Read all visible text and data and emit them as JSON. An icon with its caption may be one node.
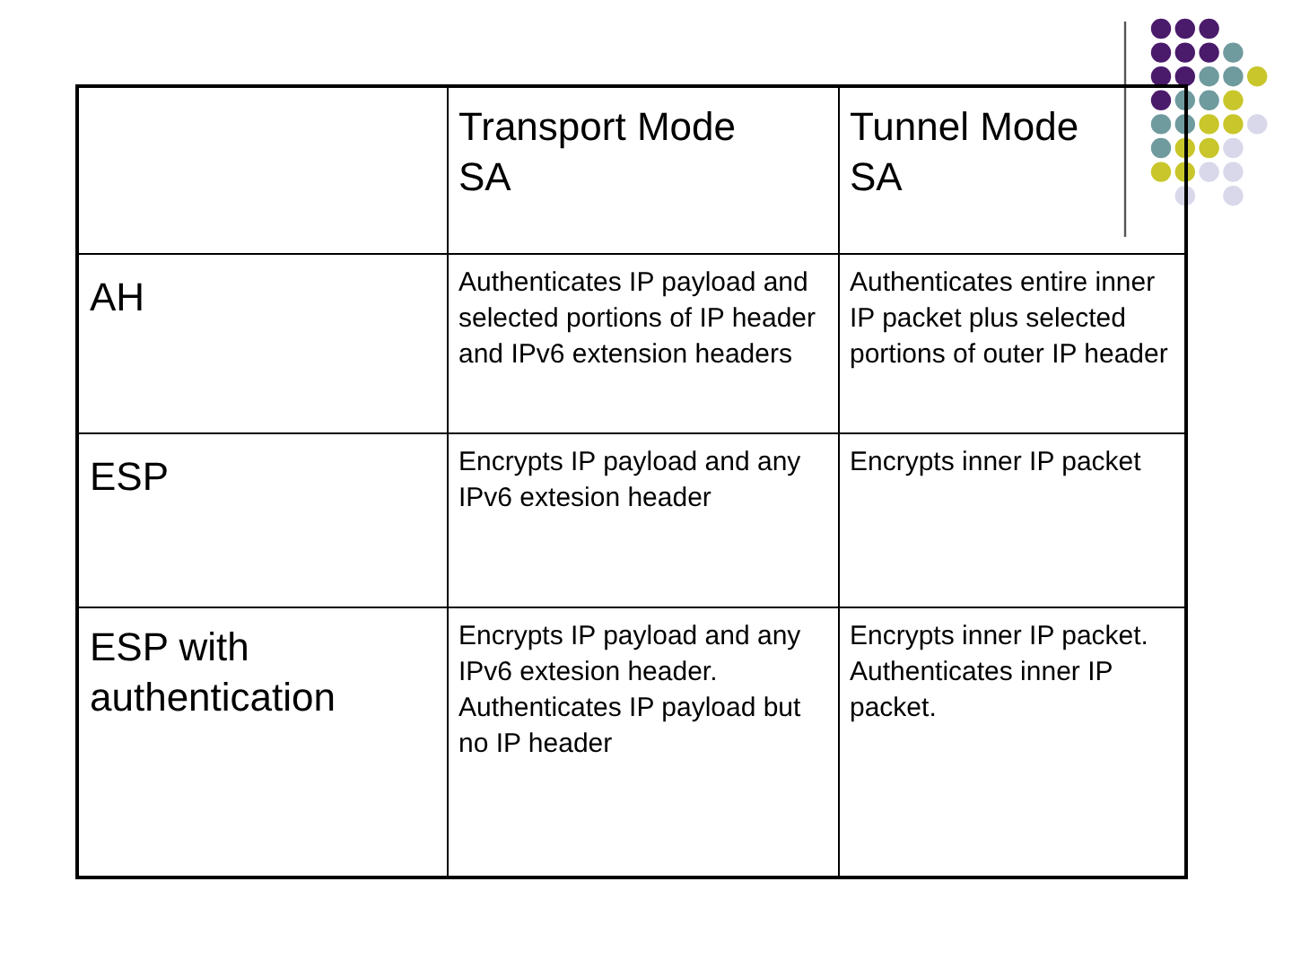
{
  "diagram": {
    "labels": [
      "Transport Mode SA",
      "Tunnel Mode SA",
      "AH",
      "Authenticates IP payload and selected portions of IP header and IPv6 extension headers",
      "Authenticates entire inner IP packet plus selected portions of outer IP header",
      "ESP",
      "Encrypts IP payload and any IPv6 extesion header",
      "Encrypts inner IP packet",
      "ESP with authentication",
      "Encrypts IP payload and any IPv6 extesion header. Authenticates IP payload but no IP header",
      "Encrypts inner IP packet. Authenticates inner IP packet."
    ]
  }
}
